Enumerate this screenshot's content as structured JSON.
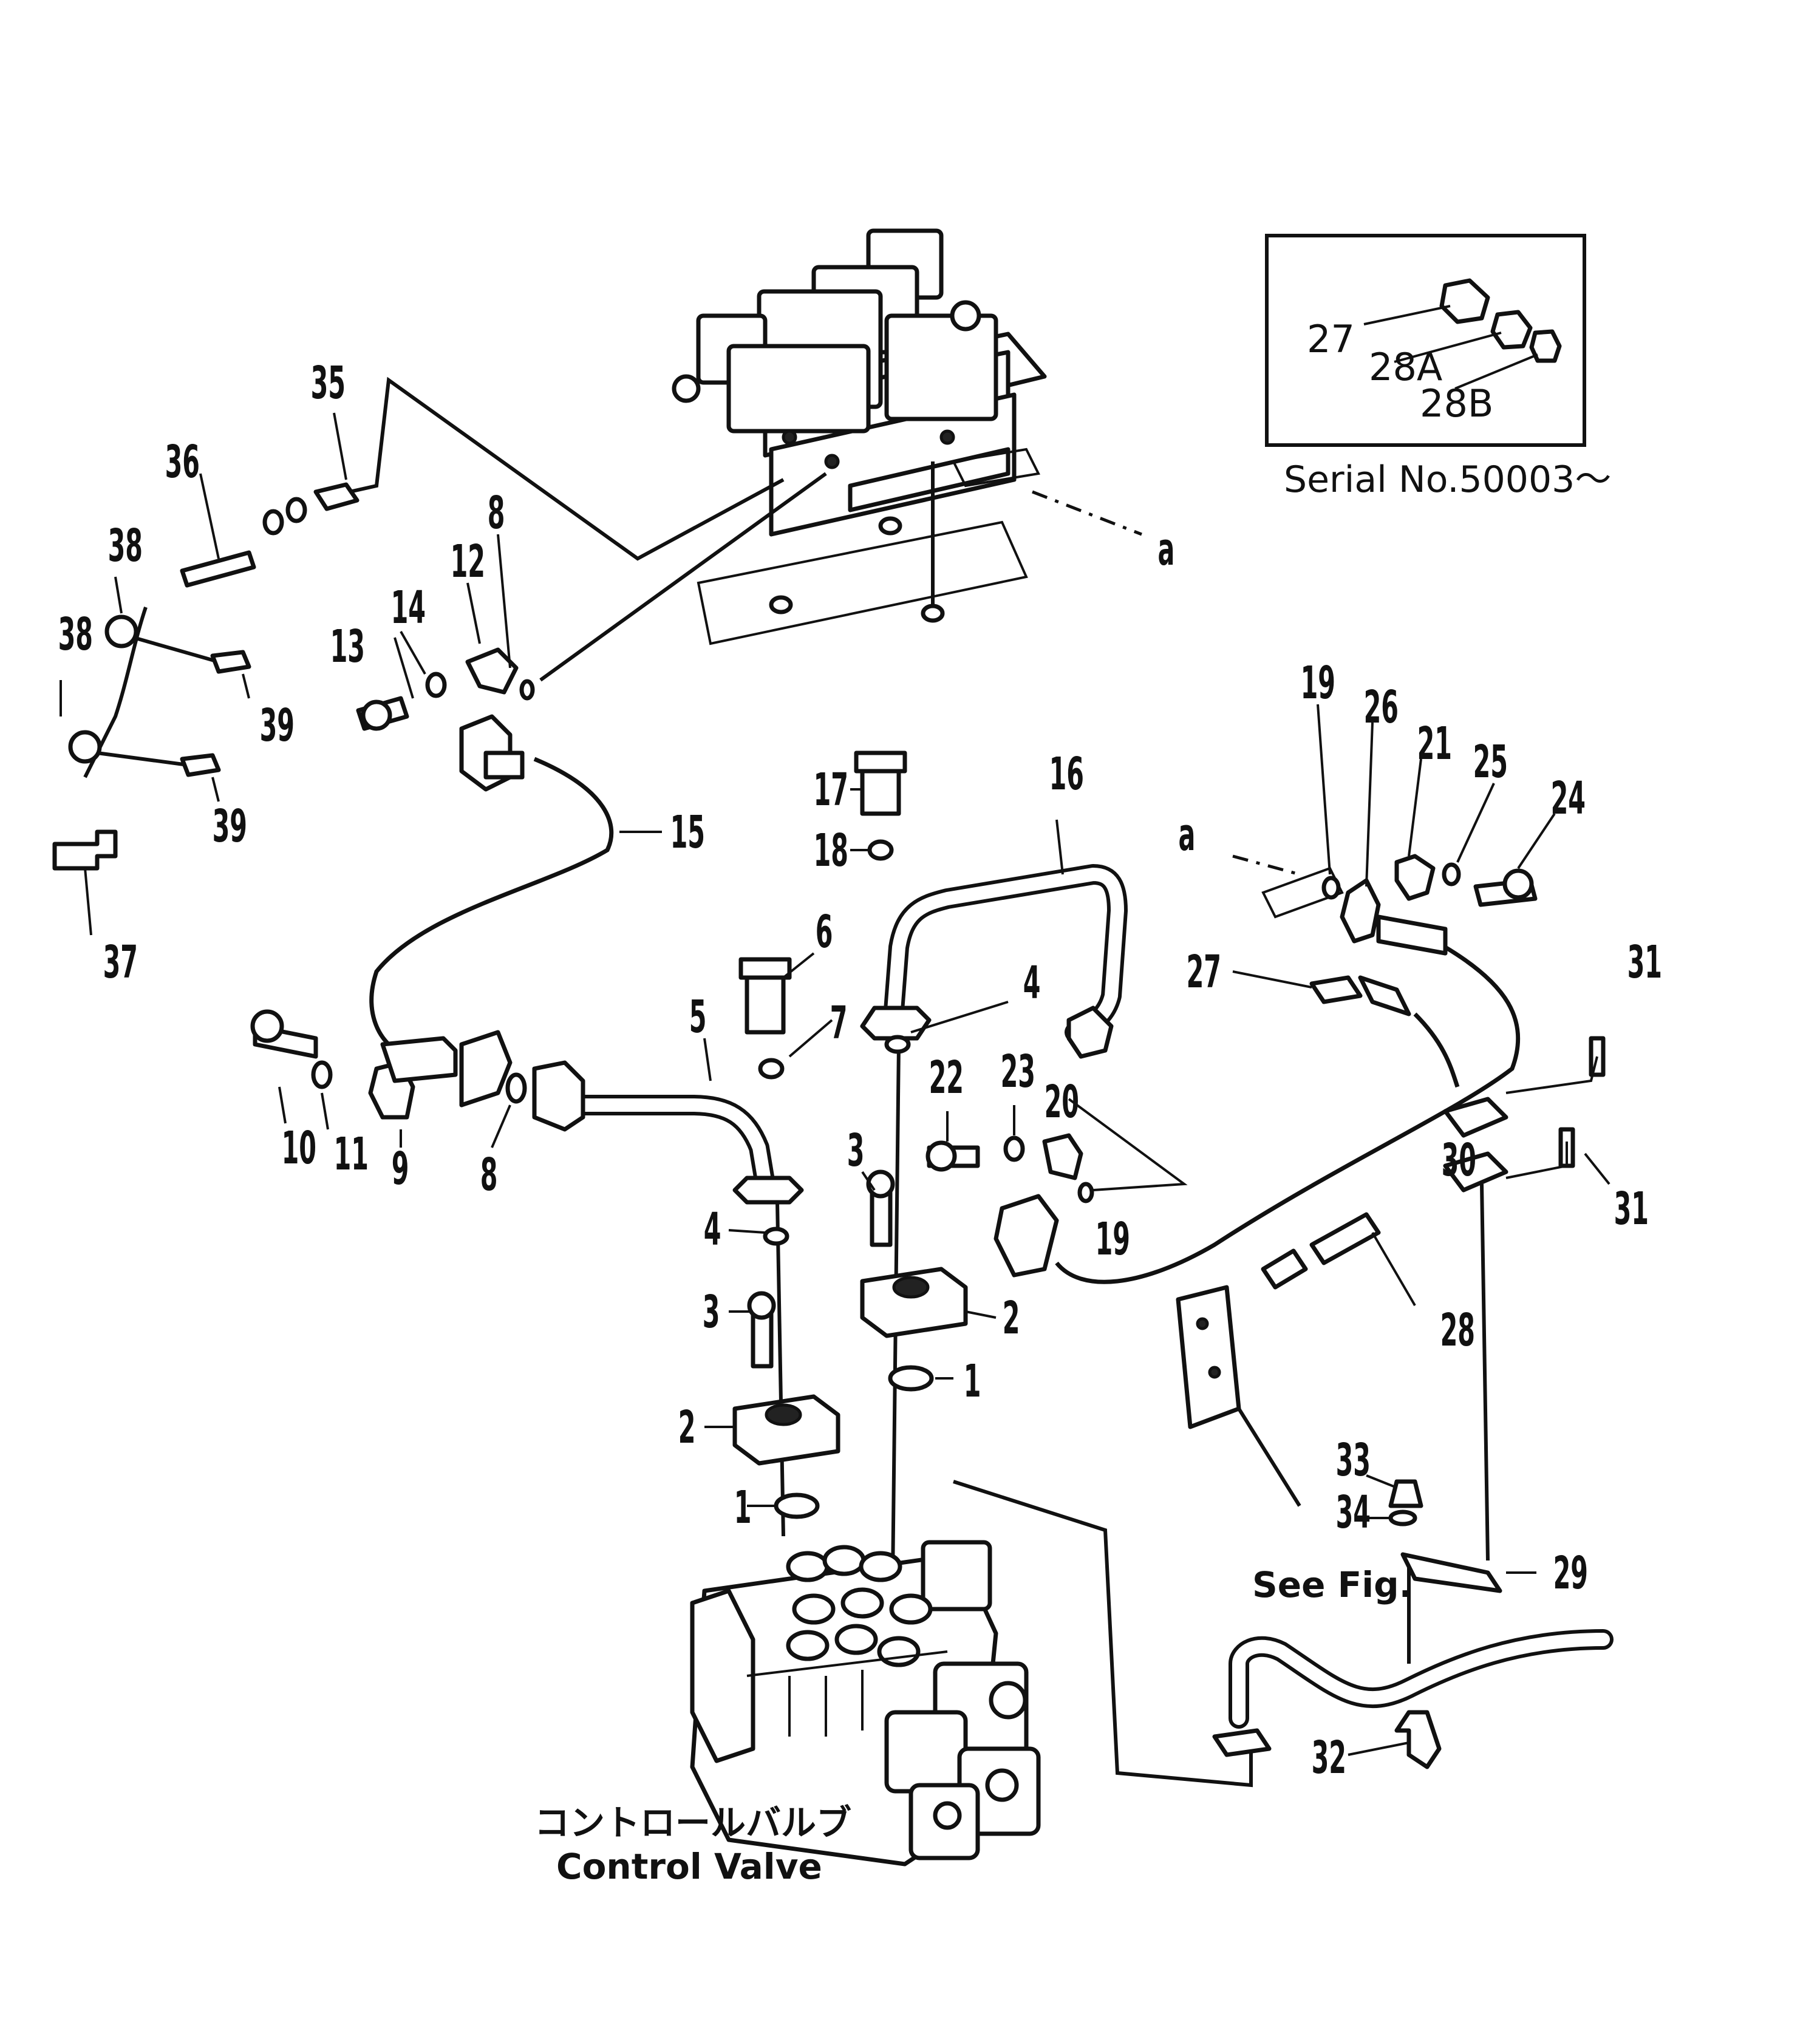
{
  "inset": {
    "serial_text": "Serial No.50003～",
    "labels": [
      "27",
      "28A",
      "28B"
    ]
  },
  "captions": {
    "control_valve_jp": "コントロールバルブ",
    "control_valve_en": "Control Valve",
    "see_fig": "See Fig.",
    "ref_a_top": "a",
    "ref_a_right": "a"
  },
  "callouts": {
    "c1a": "1",
    "c1b": "1",
    "c2a": "2",
    "c2b": "2",
    "c3a": "3",
    "c3b": "3",
    "c4a": "4",
    "c4b": "4",
    "c5": "5",
    "c6": "6",
    "c7": "7",
    "c8a": "8",
    "c8b": "8",
    "c9": "9",
    "c10": "10",
    "c11": "11",
    "c12": "12",
    "c13": "13",
    "c14": "14",
    "c15": "15",
    "c16": "16",
    "c17": "17",
    "c18": "18",
    "c19a": "19",
    "c19b": "19",
    "c20": "20",
    "c21": "21",
    "c22": "22",
    "c23": "23",
    "c24": "24",
    "c25": "25",
    "c26": "26",
    "c27": "27",
    "c28": "28",
    "c29": "29",
    "c30": "30",
    "c31a": "31",
    "c31b": "31",
    "c32": "32",
    "c33": "33",
    "c34": "34",
    "c35": "35",
    "c36": "36",
    "c37": "37",
    "c38a": "38",
    "c38b": "38",
    "c39a": "39",
    "c39b": "39"
  }
}
